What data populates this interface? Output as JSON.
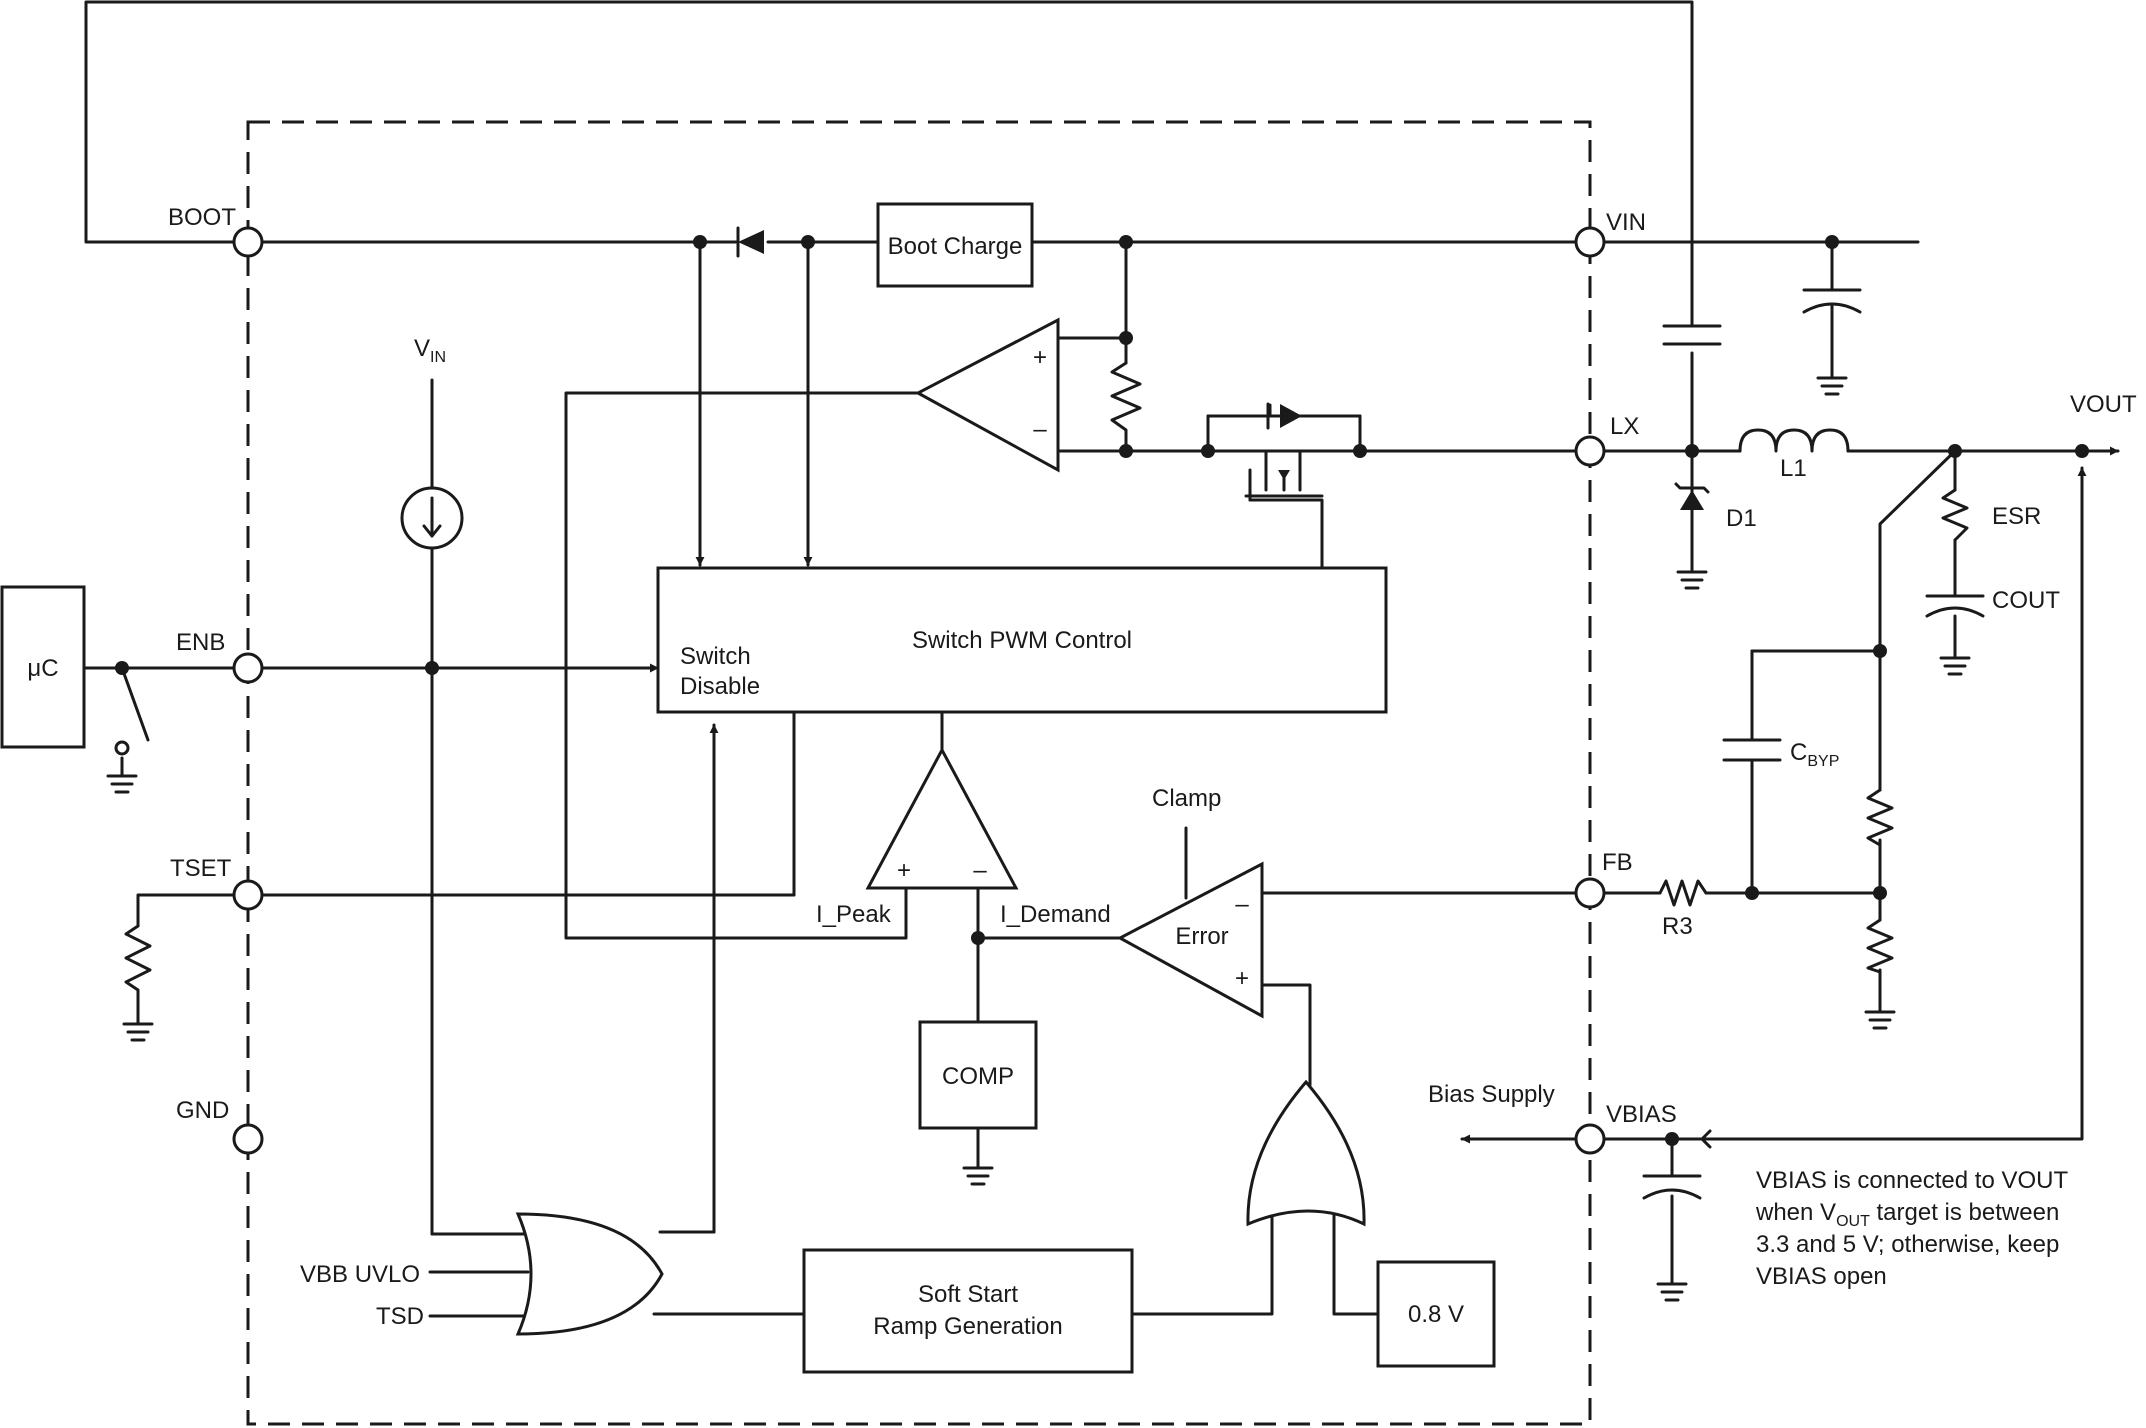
{
  "pins": {
    "boot": "BOOT",
    "enb": "ENB",
    "tset": "TSET",
    "gnd": "GND",
    "vin": "VIN",
    "lx": "LX",
    "fb": "FB",
    "vbias": "VBIAS"
  },
  "blocks": {
    "boot_charge": "Boot Charge",
    "switch_pwm_control": "Switch PWM Control",
    "switch_disable_line1": "Switch",
    "switch_disable_line2": "Disable",
    "comp": "COMP",
    "soft_start_line1": "Soft Start",
    "soft_start_line2": "Ramp Generation",
    "ref_voltage": "0.8 V",
    "mcu": "μC"
  },
  "labels": {
    "vin_source_main": "V",
    "vin_source_sub": "IN",
    "i_peak": "I_Peak",
    "i_demand": "I_Demand",
    "clamp": "Clamp",
    "error": "Error",
    "vbb_uvlo": "VBB UVLO",
    "tsd": "TSD",
    "vout": "VOUT",
    "l1": "L1",
    "d1": "D1",
    "esr": "ESR",
    "cout": "COUT",
    "cbyp_main": "C",
    "cbyp_sub": "BYP",
    "r3": "R3",
    "bias_supply": "Bias Supply",
    "plus": "+",
    "minus": "–"
  },
  "note": {
    "line1": "VBIAS is connected to VOUT",
    "line2_pre": "when V",
    "line2_sub": "OUT",
    "line2_post": " target is between",
    "line3": "3.3 and 5 V; otherwise, keep",
    "line4": "VBIAS open"
  }
}
